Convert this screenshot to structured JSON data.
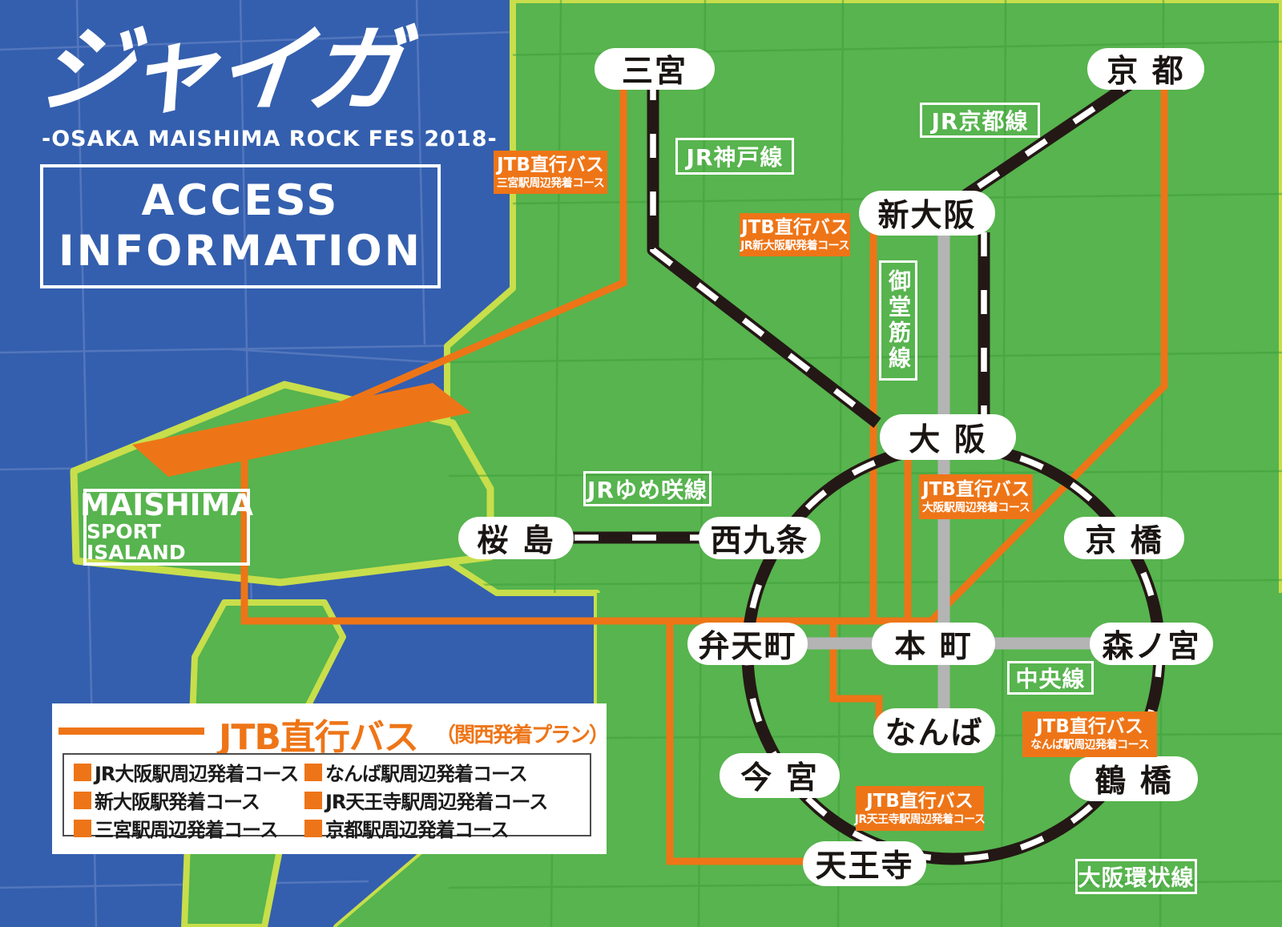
{
  "poster": {
    "logo": "ジャイガ",
    "festival": "-OSAKA MAISHIMA ROCK FES 2018-",
    "access_line1": "ACCESS",
    "access_line2": "INFORMATION"
  },
  "venue": {
    "line1": "MAISHIMA",
    "line2": "SPORT ISALAND"
  },
  "stations": {
    "sannomiya": "三宮",
    "kyoto": "京 都",
    "shin_osaka": "新大阪",
    "osaka": "大 阪",
    "sakurajima": "桜 島",
    "nishikujo": "西九条",
    "kyobashi": "京 橋",
    "bentencho": "弁天町",
    "hommachi": "本 町",
    "morinomiya": "森ノ宮",
    "namba": "なんば",
    "imamiya": "今 宮",
    "tsuruhashi": "鶴 橋",
    "tennoji": "天王寺"
  },
  "lines": {
    "jr_kobe": "JR神戸線",
    "jr_kyoto": "JR京都線",
    "midosuji": "御堂筋線",
    "jr_yumesaki": "JRゆめ咲線",
    "chuo": "中央線",
    "osaka_loop": "大阪環状線"
  },
  "bus_stops": {
    "sannomiya": {
      "title": "JTB直行バス",
      "subtitle": "三宮駅周辺発着コース"
    },
    "shin_osaka": {
      "title": "JTB直行バス",
      "subtitle": "JR新大阪駅発着コース"
    },
    "osaka": {
      "title": "JTB直行バス",
      "subtitle": "大阪駅周辺発着コース"
    },
    "namba": {
      "title": "JTB直行バス",
      "subtitle": "なんば駅周辺発着コース"
    },
    "tennoji": {
      "title": "JTB直行バス",
      "subtitle": "JR天王寺駅周辺発着コース"
    }
  },
  "legend": {
    "title": "JTB直行バス",
    "note": "（関西発着プラン）",
    "courses_left": [
      "JR大阪駅周辺発着コース",
      "新大阪駅発着コース",
      "三宮駅周辺発着コース"
    ],
    "courses_right": [
      "なんば駅周辺発着コース",
      "JR天王寺駅周辺発着コース",
      "京都駅周辺発着コース"
    ]
  },
  "colors": {
    "sea_blue": "#345fae",
    "land_green": "#57b44e",
    "coast_glow": "#c8de4b",
    "bus_orange": "#ee7517",
    "rail_black": "#231815",
    "subway_gray": "#b4b4b5",
    "label_white": "#ffffff"
  }
}
